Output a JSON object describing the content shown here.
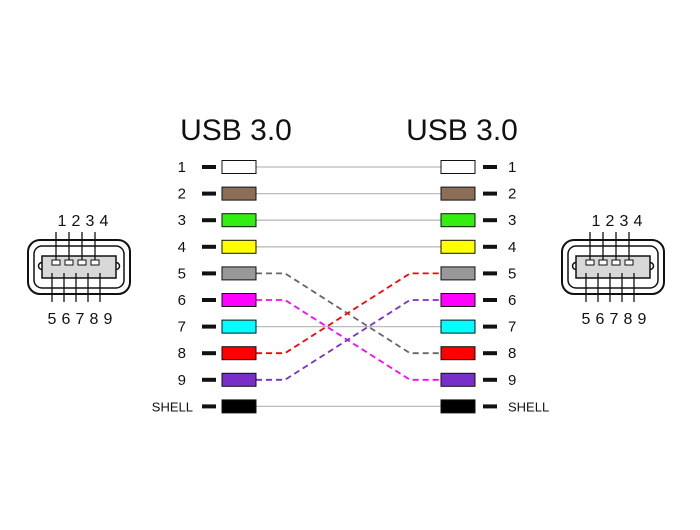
{
  "titles": {
    "left": "USB 3.0",
    "right": "USB 3.0"
  },
  "pins": [
    {
      "label": "1",
      "color": "#ffffff",
      "right_row": 0,
      "dashed": false
    },
    {
      "label": "2",
      "color": "#8b6e55",
      "right_row": 1,
      "dashed": false
    },
    {
      "label": "3",
      "color": "#33ee11",
      "right_row": 2,
      "dashed": false
    },
    {
      "label": "4",
      "color": "#ffff00",
      "right_row": 3,
      "dashed": false
    },
    {
      "label": "5",
      "color": "#999999",
      "right_row": 7,
      "dashed": true
    },
    {
      "label": "6",
      "color": "#ff00ff",
      "right_row": 8,
      "dashed": true
    },
    {
      "label": "7",
      "color": "#00ffff",
      "right_row": 6,
      "dashed": false
    },
    {
      "label": "8",
      "color": "#ff0000",
      "right_row": 4,
      "dashed": true
    },
    {
      "label": "9",
      "color": "#7a2ec9",
      "right_row": 5,
      "dashed": true
    },
    {
      "label": "SHELL",
      "color": "#000000",
      "right_row": 9,
      "dashed": false
    }
  ],
  "connector": {
    "top_numbers": [
      "1",
      "2",
      "3",
      "4"
    ],
    "bottom_numbers": [
      "5",
      "6",
      "7",
      "8",
      "9"
    ]
  },
  "colors": {
    "straight_line": "#bbbbbb"
  }
}
